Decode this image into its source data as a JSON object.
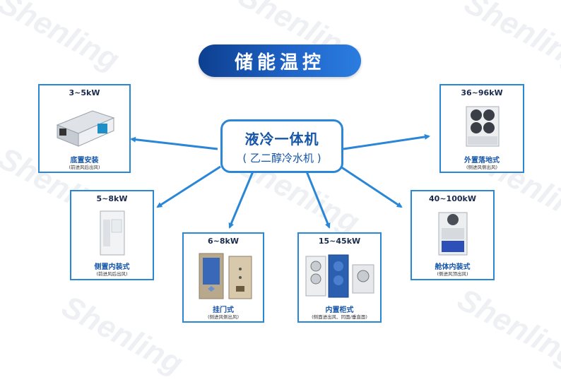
{
  "watermark": "Shenling",
  "title": "储能温控",
  "center": {
    "line1": "液冷一体机",
    "line2": "( 乙二醇冷水机 )"
  },
  "cards": [
    {
      "power": "3~5kW",
      "name": "底置安装",
      "note": "(前进风后出风)"
    },
    {
      "power": "5~8kW",
      "name": "侧置内装式",
      "note": "(前进风后出风)"
    },
    {
      "power": "6~8kW",
      "name": "挂门式",
      "note": "(侧进风侧出风)"
    },
    {
      "power": "15~45kW",
      "name": "内置柜式",
      "note": "(侧面进出风、同面/垂直面)"
    },
    {
      "power": "40~100kW",
      "name": "舱体内装式",
      "note": "(侧进风顶出风)"
    },
    {
      "power": "36~96kW",
      "name": "外置落地式",
      "note": "(侧进风侧出风)"
    }
  ],
  "colors": {
    "accent": "#2a86d6",
    "title_bg": "#1f63c7",
    "text_blue": "#1656a8"
  }
}
